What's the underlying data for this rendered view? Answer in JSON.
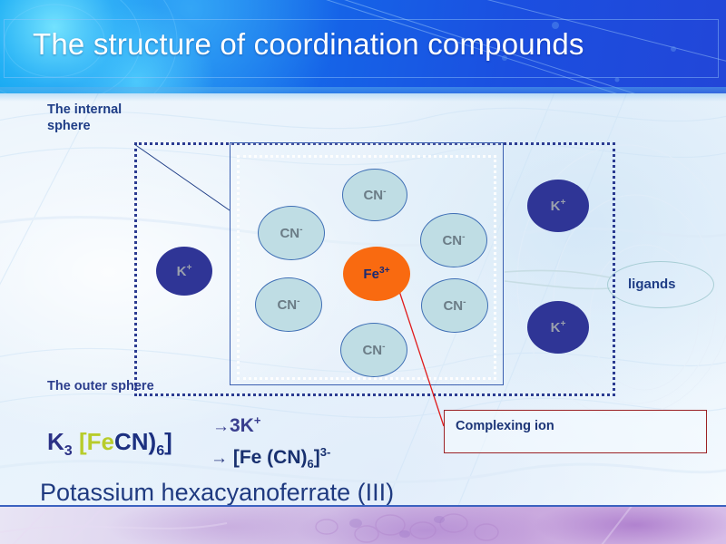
{
  "slide": {
    "title": "The structure of coordination compounds"
  },
  "labels": {
    "internal_sphere": "The internal\nsphere",
    "outer_sphere": "The outer sphere",
    "ligands": "ligands",
    "complexing_ion": "Complexing ion"
  },
  "diagram": {
    "central_ion": {
      "symbol": "Fe",
      "charge": "3+",
      "color": "#f96a10",
      "text_color": "#1b2a72"
    },
    "ligand_label": "CN",
    "ligand_charge": "-",
    "ligand_color": "#bfdde4",
    "counter_ion_label": "K",
    "counter_ion_charge": "+",
    "counter_ion_color": "#2f3596",
    "ligands": [
      {
        "name": "cn-top",
        "label": "CN",
        "charge": "-"
      },
      {
        "name": "cn-upper-left",
        "label": "CN",
        "charge": "-"
      },
      {
        "name": "cn-lower-left",
        "label": "CN",
        "charge": "-"
      },
      {
        "name": "cn-upper-right",
        "label": "CN",
        "charge": "-"
      },
      {
        "name": "cn-lower-right",
        "label": "CN",
        "charge": "-"
      },
      {
        "name": "cn-bottom",
        "label": "CN",
        "charge": "-"
      }
    ],
    "counter_ions": [
      {
        "name": "k-left",
        "label": "K",
        "charge": "+"
      },
      {
        "name": "k-top-right",
        "label": "K",
        "charge": "+"
      },
      {
        "name": "k-bottom-right",
        "label": "K",
        "charge": "+"
      }
    ]
  },
  "formula": {
    "k3_symbol": "K",
    "k3_sub": "3",
    "bracket_fe": "[Fe",
    "cn_rest": "CN)",
    "cn_sub": "6",
    "close_bracket": "]",
    "line1_arrow": "→",
    "line1_text": "3K",
    "line1_sup": "+",
    "line2_arrow": "→",
    "line2_open": "[Fe (CN)",
    "line2_sub": "6",
    "line2_close": "]",
    "line2_sup": "3-",
    "compound_name": "Potassium hexacyanoferrate (III)"
  },
  "colors": {
    "banner_blue": "#1565e8",
    "title_white": "#ffffff",
    "navy_text": "#1f3d86",
    "green_fe": "#b8cc2b",
    "orange_fe": "#f96a10",
    "dark_red_box": "#9b2226",
    "dotted_navy": "#2b3b91"
  }
}
